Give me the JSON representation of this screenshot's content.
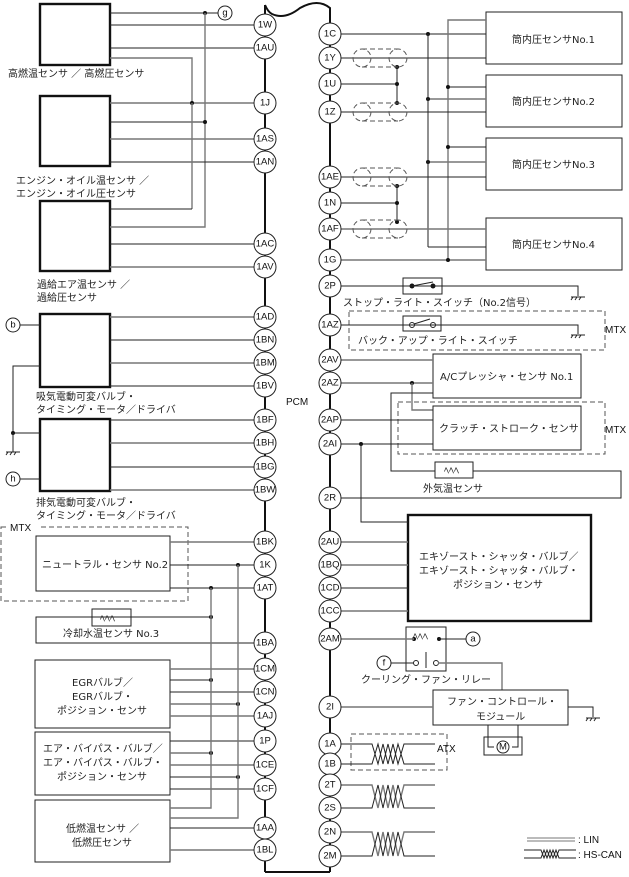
{
  "diagram": {
    "center_label": "PCM",
    "left_pins": [
      "1W",
      "1AU",
      "1J",
      "1AS",
      "1AN",
      "1AC",
      "1AV",
      "1AD",
      "1BN",
      "1BM",
      "1BV",
      "1BF",
      "1BH",
      "1BG",
      "1BW",
      "1BK",
      "1K",
      "1AT",
      "1BA",
      "1CM",
      "1CN",
      "1AJ",
      "1P",
      "1CE",
      "1CF",
      "1AA",
      "1BL"
    ],
    "right_pins": [
      "1C",
      "1Y",
      "1U",
      "1Z",
      "1AE",
      "1N",
      "1AF",
      "1G",
      "2P",
      "1AZ",
      "2AV",
      "2AZ",
      "2AP",
      "2AI",
      "2R",
      "2AU",
      "1BQ",
      "1CD",
      "1CC",
      "2AM",
      "2I",
      "1A",
      "1B",
      "2T",
      "2S",
      "2N",
      "2M"
    ],
    "left_components": {
      "fuel_hp": "高燃温センサ ／ 高燃圧センサ",
      "oil_1": "エンジン・オイル温センサ ／",
      "oil_2": "エンジン・オイル圧センサ",
      "boost_1": "過給エア温センサ ／",
      "boost_2": "過給圧センサ",
      "intake_1": "吸気電動可変バルブ・",
      "intake_2": "タイミング・モータ／ドライバ",
      "exhaust_1": "排気電動可変バルブ・",
      "exhaust_2": "タイミング・モータ／ドライバ",
      "mtx_label": "MTX",
      "neutral": "ニュートラル・センサ No.2",
      "coolant": "冷却水温センサ No.3",
      "egr_1": "EGRバルブ／",
      "egr_2": "EGRバルブ・",
      "egr_3": "ポジション・センサ",
      "abv_1": "エア・バイパス・バルブ／",
      "abv_2": "エア・バイパス・バルブ・",
      "abv_3": "ポジション・センサ",
      "lowfuel_1": "低燃温センサ ／",
      "lowfuel_2": "低燃圧センサ"
    },
    "right_components": {
      "cyl1": "筒内圧センサNo.1",
      "cyl2": "筒内圧センサNo.2",
      "cyl3": "筒内圧センサNo.3",
      "cyl4": "筒内圧センサNo.4",
      "stop_switch": "ストップ・ライト・スイッチ（No.2信号）",
      "backup_switch": "バック・アップ・ライト・スイッチ",
      "mtx_label_1": "MTX",
      "ac_sensor": "A/Cプレッシャ・センサ No.1",
      "clutch": "クラッチ・ストローク・センサ",
      "mtx_label_2": "MTX",
      "ambient": "外気温センサ",
      "exh_shutter_1": "エキゾースト・シャッタ・バルブ／",
      "exh_shutter_2": "エキゾースト・シャッタ・バルブ・",
      "exh_shutter_3": "ポジション・センサ",
      "fan_relay": "クーリング・ファン・リレー",
      "fan_module_1": "ファン・コントロール・",
      "fan_module_2": "モジュール",
      "motor": "M",
      "atx_label": "ATX"
    },
    "connectors": {
      "g": "g",
      "b": "b",
      "h": "h",
      "a": "a",
      "f": "f"
    },
    "legend": {
      "lin": ": LIN",
      "hscan": ": HS-CAN"
    }
  }
}
